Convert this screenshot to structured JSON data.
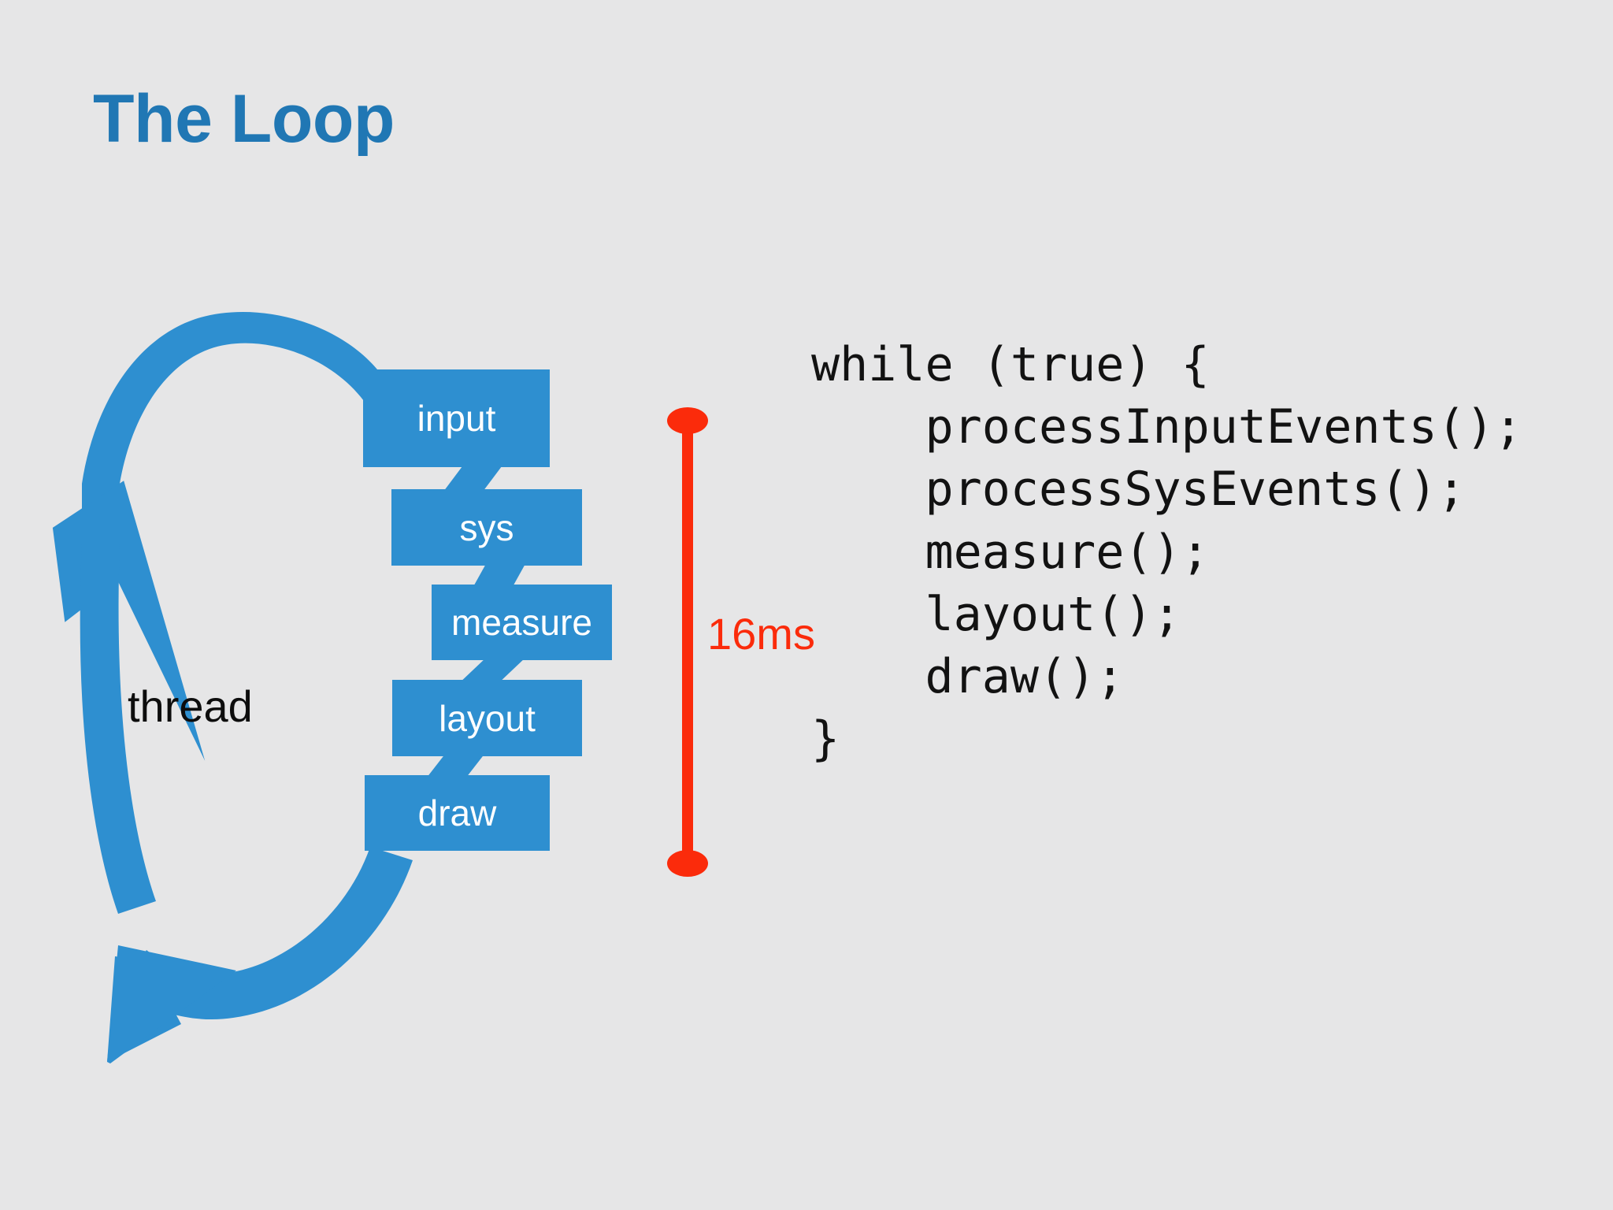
{
  "slide": {
    "title": "The Loop",
    "background_color": "#e6e6e7",
    "title_color": "#2077b4"
  },
  "diagram": {
    "accent_color": "#2e8fd0",
    "thread_label": "thread",
    "stages": [
      {
        "id": "input",
        "label": "input"
      },
      {
        "id": "sys",
        "label": "sys"
      },
      {
        "id": "measure",
        "label": "measure"
      },
      {
        "id": "layout",
        "label": "layout"
      },
      {
        "id": "draw",
        "label": "draw"
      }
    ]
  },
  "measurement": {
    "label": "16ms",
    "color": "#fb2b0b"
  },
  "code": {
    "color": "#121212",
    "lines": [
      "while (true) {",
      "    processInputEvents();",
      "    processSysEvents();",
      "    measure();",
      "    layout();",
      "    draw();",
      "}"
    ],
    "text": "while (true) {\n    processInputEvents();\n    processSysEvents();\n    measure();\n    layout();\n    draw();\n}"
  }
}
